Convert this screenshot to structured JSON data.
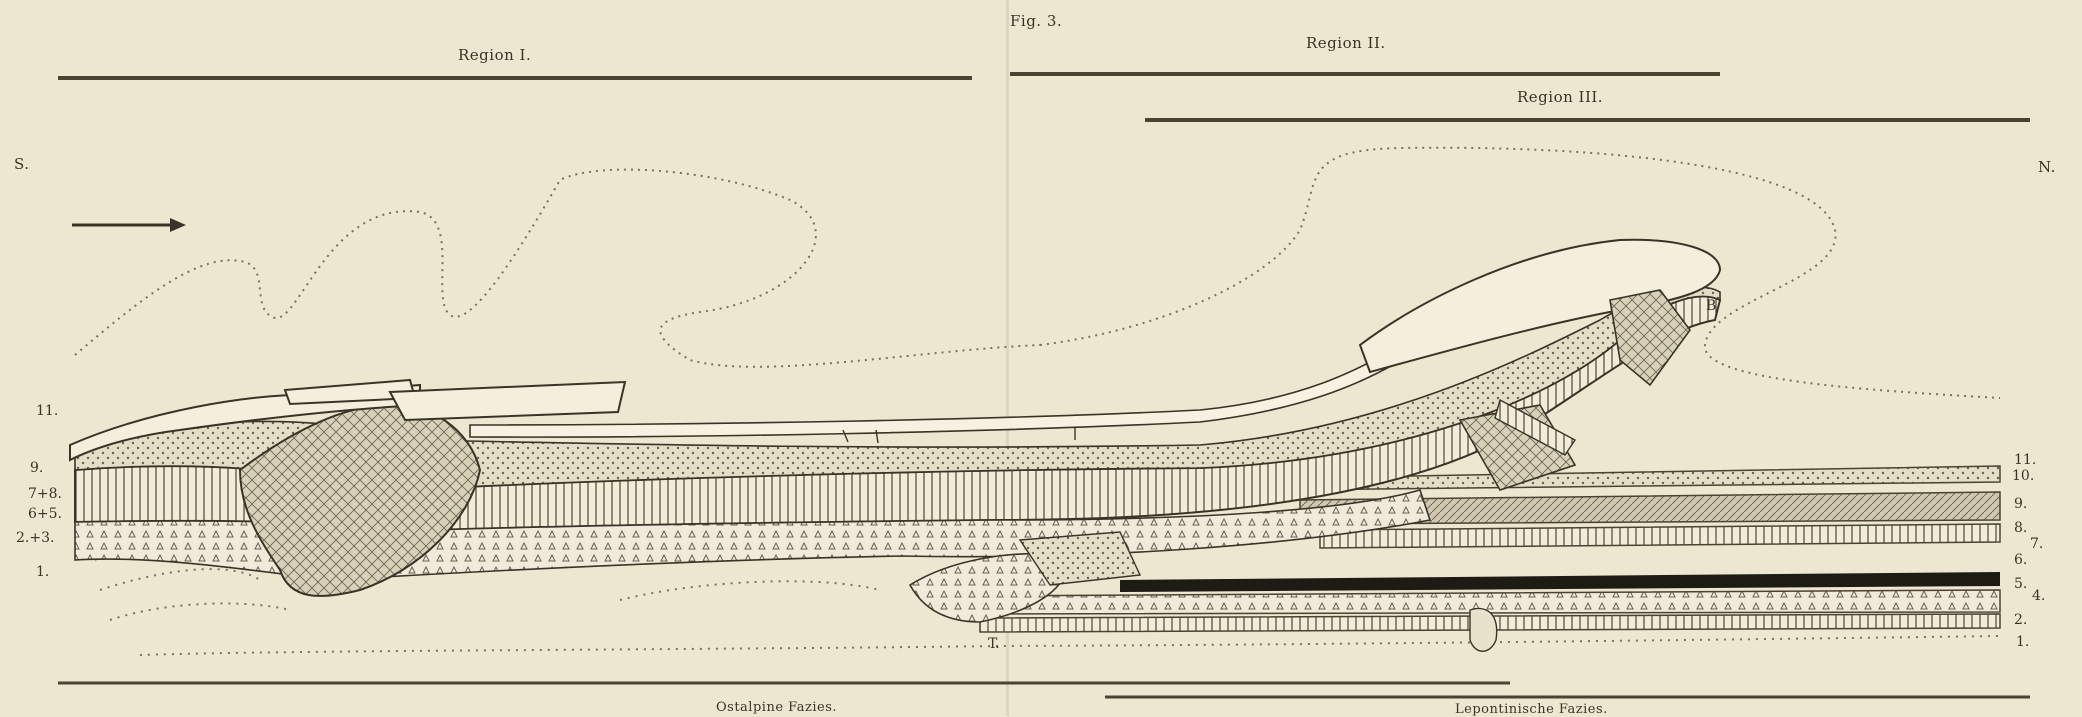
{
  "figure": {
    "title": "Fig. 3."
  },
  "regions": [
    "Region I.",
    "Region II.",
    "Region III."
  ],
  "directions": {
    "south": "S.",
    "north": "N."
  },
  "facies": {
    "left": "Ostalpine Fazies.",
    "right": "Lepontinische Fazies."
  },
  "layers_left": [
    "11.",
    "9.",
    "7+8.",
    "6+5.",
    "2.+3.",
    "1."
  ],
  "layers_right": [
    "11.",
    "10.",
    "9.",
    "8.",
    "7.",
    "6.",
    "5.",
    "4.",
    "2.",
    "1."
  ],
  "marks": {
    "right_b": "B",
    "bottom_t": "T."
  }
}
